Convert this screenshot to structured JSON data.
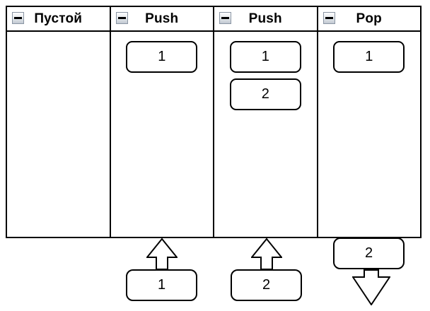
{
  "diagram": {
    "columns": [
      {
        "title": "Пустой",
        "items": []
      },
      {
        "title": "Push",
        "items": [
          "1"
        ],
        "input": "1"
      },
      {
        "title": "Push",
        "items": [
          "1",
          "2"
        ],
        "input": "2"
      },
      {
        "title": "Pop",
        "items": [
          "1"
        ],
        "output": "2"
      }
    ]
  },
  "icons": {
    "collapse": "minus"
  },
  "colors": {
    "line": "#000000",
    "background": "#ffffff",
    "collapse_border": "#8a95a3"
  }
}
